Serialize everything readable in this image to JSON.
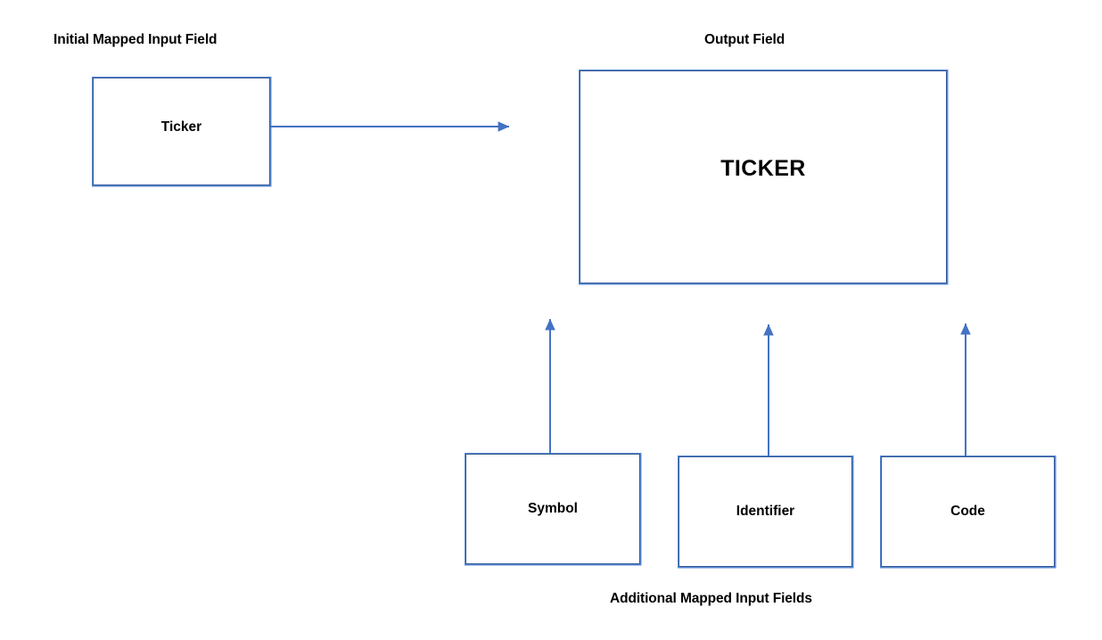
{
  "diagram": {
    "title_initial": "Initial Mapped Input Field",
    "title_output": "Output Field",
    "title_additional": "Additional Mapped Input Fields",
    "colors": {
      "box_border": "#2E5496",
      "box_border_outer": "#5B8AD0",
      "arrow": "#4472C4",
      "text": "#000000",
      "background": "#FFFFFF"
    },
    "initial_input": {
      "label": "Ticker"
    },
    "output": {
      "label": "TICKER"
    },
    "additional_inputs": [
      {
        "label": "Symbol"
      },
      {
        "label": "Identifier"
      },
      {
        "label": "Code"
      }
    ],
    "connectors": [
      {
        "from": "Ticker",
        "to": "TICKER",
        "direction": "right"
      },
      {
        "from": "Symbol",
        "to": "TICKER",
        "direction": "up"
      },
      {
        "from": "Identifier",
        "to": "TICKER",
        "direction": "up"
      },
      {
        "from": "Code",
        "to": "TICKER",
        "direction": "up"
      }
    ]
  }
}
